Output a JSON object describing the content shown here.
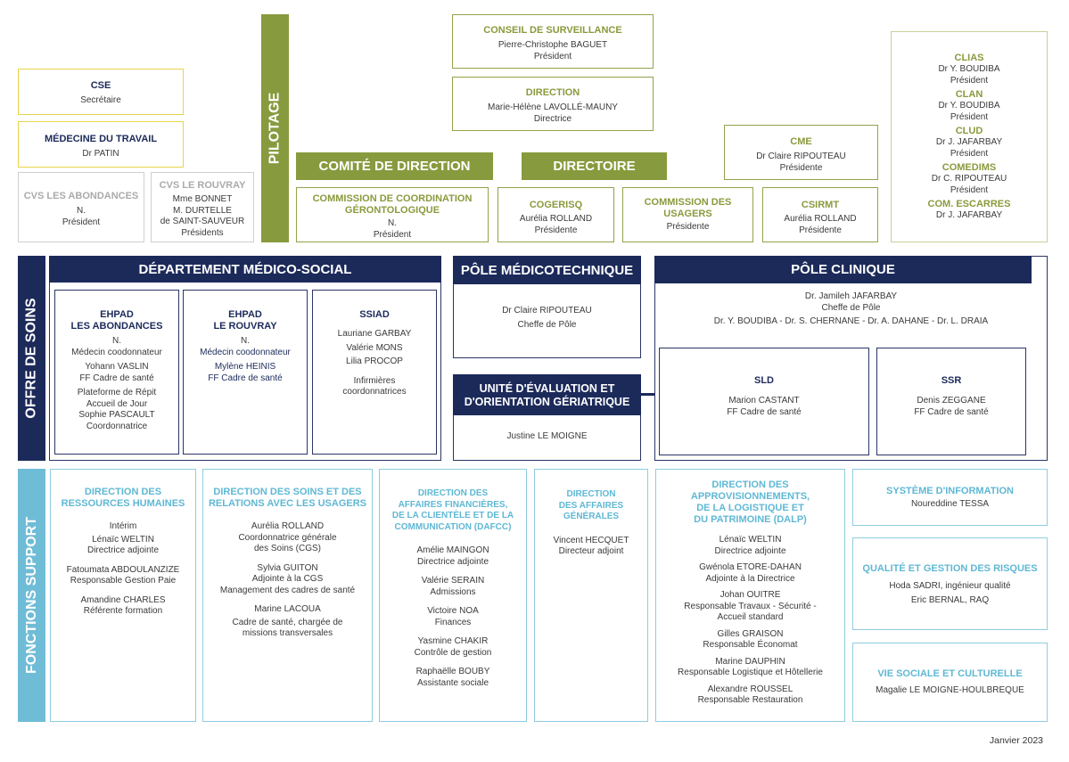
{
  "cse": {
    "title": "CSE",
    "role": "Secrétaire"
  },
  "medecine": {
    "title": "Médecine du travail",
    "name": "Dr PATIN"
  },
  "cvs_abondances": {
    "title": "CVS Les Abondances",
    "name": "N.",
    "role": "Président"
  },
  "cvs_rouvray": {
    "title": "CVS Le Rouvray",
    "lines": [
      "Mme BONNET",
      "M. DURTELLE",
      "de SAINT-SAUVEUR",
      "Présidents"
    ]
  },
  "pilotage": "Pilotage",
  "conseil": {
    "title": "Conseil de surveillance",
    "name": "Pierre-Christophe BAGUET",
    "role": "Président"
  },
  "direction": {
    "title": "Direction",
    "name": "Marie-Hélène LAVOLLÉ-MAUNY",
    "role": "Directrice"
  },
  "comite": "Comité de direction",
  "directoire": "Directoire",
  "ccg": {
    "title": "Commission de coordination gérontologique",
    "name": "N.",
    "role": "Président"
  },
  "cogerisq": {
    "title": "COGERISQ",
    "name": "Aurélia ROLLAND",
    "role": "Présidente"
  },
  "cdu": {
    "title": "Commission des usagers",
    "role": "Présidente"
  },
  "cme": {
    "title": "CME",
    "name": "Dr Claire RIPOUTEAU",
    "role": "Présidente"
  },
  "csirmt": {
    "title": "CSIRMT",
    "name": "Aurélia ROLLAND",
    "role": "Présidente"
  },
  "clias_panel": [
    {
      "title": "CLIAS",
      "name": "Dr Y. BOUDIBA",
      "role": "Président"
    },
    {
      "title": "CLAN",
      "name": "Dr Y. BOUDIBA",
      "role": "Président"
    },
    {
      "title": "CLUD",
      "name": "Dr J. JAFARBAY",
      "role": "Président"
    },
    {
      "title": "COMEDIMS",
      "name": "Dr C. RIPOUTEAU",
      "role": "Président"
    },
    {
      "title": "COM. ESCARRES",
      "name": "Dr J. JAFARBAY",
      "role": ""
    }
  ],
  "offre": "Offre de soins",
  "dms": "Département médico-social",
  "ehpad_ab": {
    "title1": "EHPAD",
    "title2": "Les Abondances",
    "l1": "N.",
    "l2": "Médecin coodonnateur",
    "l3": "Yohann VASLIN",
    "l4": "FF Cadre de santé",
    "l5": "Plateforme de Répit",
    "l6": "Accueil de Jour",
    "l7": "Sophie PASCAULT",
    "l8": "Coordonnatrice"
  },
  "ehpad_rv": {
    "title1": "EHPAD",
    "title2": "Le Rouvray",
    "l1": "N.",
    "l2": "Médecin coodonnateur",
    "l3": "Mylène HEINIS",
    "l4": "FF Cadre de santé"
  },
  "ssiad": {
    "title": "SSIAD",
    "l1": "Lauriane GARBAY",
    "l2": "Valérie MONS",
    "l3": "Lilia PROCOP",
    "l4": "Infirmières",
    "l5": "coordonnatrices"
  },
  "pmt": {
    "title": "Pôle médicotechnique",
    "name": "Dr Claire RIPOUTEAU",
    "role": "Cheffe de Pôle"
  },
  "ueog": {
    "title1": "Unité d'évaluation et",
    "title2": "d'orientation gériatrique",
    "name": "Justine LE MOIGNE"
  },
  "pc": {
    "title": "Pôle clinique",
    "name": "Dr. Jamileh JAFARBAY",
    "role": "Cheffe de Pôle",
    "others": "Dr. Y. BOUDIBA - Dr. S. CHERNANE - Dr. A. DAHANE - Dr. L. DRAIA"
  },
  "sld": {
    "title": "SLD",
    "name": "Marion CASTANT",
    "role": "FF Cadre de santé"
  },
  "ssr": {
    "title": "SSR",
    "name": "Denis ZEGGANE",
    "role": "FF Cadre de santé"
  },
  "fonctions": "Fonctions support",
  "drh": {
    "t1": "Direction des",
    "t2": "ressources humaines",
    "l1": "Intérim",
    "l2": "Lénaïc WELTIN",
    "l3": "Directrice adjointe",
    "l4": "Fatoumata ABDOULANZIZE",
    "l5": "Responsable Gestion Paie",
    "l6": "Amandine CHARLES",
    "l7": "Référente formation"
  },
  "dsoins": {
    "t1": "Direction des soins et des",
    "t2": "relations avec les usagers",
    "l1": "Aurélia ROLLAND",
    "l2": "Coordonnatrice générale",
    "l3": "des Soins (CGS)",
    "l4": "Sylvia GUITON",
    "l5": "Adjointe à la CGS",
    "l6": "Management des cadres de santé",
    "l7": "Marine LACOUA",
    "l8": "Cadre de santé, chargée de",
    "l9": "missions transversales"
  },
  "dafcc": {
    "t1": "Direction des",
    "t2": "affaires financières,",
    "t3": "de la clientèle et de la",
    "t4": "communication (DAFCC)",
    "l1": "Amélie MAINGON",
    "l2": "Directrice adjointe",
    "l3": "Valérie SERAIN",
    "l4": "Admissions",
    "l5": "Victoire NOA",
    "l6": "Finances",
    "l7": "Yasmine CHAKIR",
    "l8": "Contrôle de gestion",
    "l9": "Raphaëlle BOUBY",
    "l10": "Assistante sociale"
  },
  "dag": {
    "t1": "Direction",
    "t2": "des affaires",
    "t3": "générales",
    "l1": "Vincent HECQUET",
    "l2": "Directeur adjoint"
  },
  "dalp": {
    "t1": "Direction des",
    "t2": "approvisionnements,",
    "t3": "de la logistique et",
    "t4": "du patrimoine (DALP)",
    "l1": "Lénaïc WELTIN",
    "l2": "Directrice adjointe",
    "l3": "Gwénola ETORE-DAHAN",
    "l4": "Adjointe à la Directrice",
    "l5": "Johan OUITRE",
    "l6": "Responsable Travaux - Sécurité -",
    "l7": "Accueil standard",
    "l8": "Gilles GRAISON",
    "l9": "Responsable Économat",
    "l10": "Marine DAUPHIN",
    "l11": "Responsable Logistique et Hôtellerie",
    "l12": "Alexandre ROUSSEL",
    "l13": "Responsable Restauration"
  },
  "si": {
    "title": "Système d'information",
    "name": "Noureddine TESSA"
  },
  "qgr": {
    "title": "Qualité et gestion des risques",
    "l1": "Hoda SADRI, ingénieur qualité",
    "l2": "Eric BERNAL, RAQ"
  },
  "vsc": {
    "title": "Vie sociale et culturelle",
    "name": "Magalie LE MOIGNE-HOULBREQUE"
  },
  "date": "Janvier 2023",
  "colors": {
    "olive": "#889a3e",
    "navy": "#1c2a5a",
    "cyan": "#6fbcd6",
    "yellow": "#e8d44a"
  }
}
